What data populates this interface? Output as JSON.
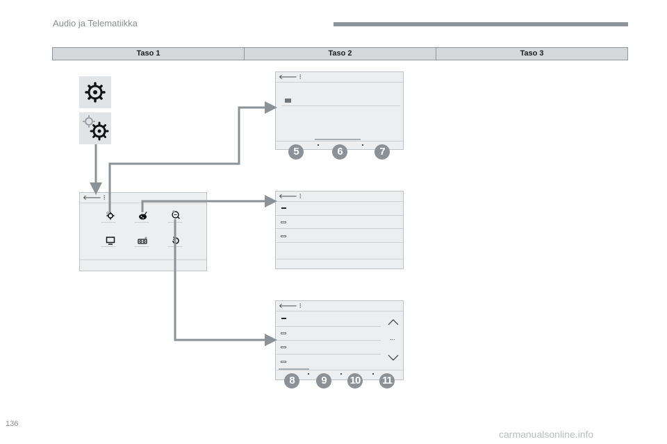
{
  "header": {
    "title": "Audio ja Telematiikka"
  },
  "levels": [
    "Taso 1",
    "Taso 2",
    "Taso 3"
  ],
  "markers": {
    "top_screen": [
      "5",
      "6",
      "7"
    ],
    "bottom_screen": [
      "8",
      "9",
      "10",
      "11"
    ]
  },
  "bottom_screen": {
    "ellipsis": "..."
  },
  "icons": {
    "tile_1": "settings-gear-icon",
    "tile_2": "settings-multi-gear-icon",
    "grid": [
      "gear-icon",
      "palette-icon",
      "search-settings-icon",
      "monitor-icon",
      "radio-icon",
      "refresh-icon"
    ]
  },
  "colors": {
    "connector": "#8a9197",
    "marker": "#8a9197",
    "table_bg": "#d4d8db",
    "screen_bg": "#eceef0"
  },
  "footer": {
    "page_number": "136",
    "watermark": "carmanualsonline.info"
  }
}
